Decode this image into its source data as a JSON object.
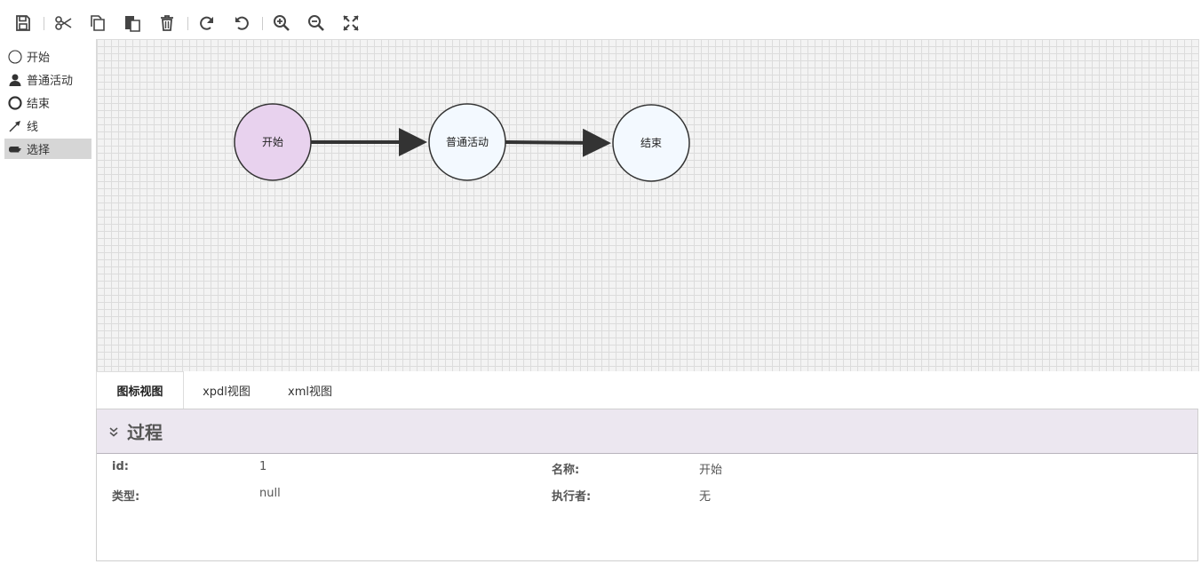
{
  "toolbar": {
    "buttons": [
      "save-icon",
      "cut-icon",
      "copy-icon",
      "paste-icon",
      "delete-icon",
      "redo-icon",
      "undo-icon",
      "zoom-in-icon",
      "zoom-out-icon",
      "fit-screen-icon"
    ]
  },
  "palette": {
    "items": [
      {
        "label": "开始",
        "icon": "circle-icon"
      },
      {
        "label": "普通活动",
        "icon": "user-icon"
      },
      {
        "label": "结束",
        "icon": "bold-circle-icon"
      },
      {
        "label": "线",
        "icon": "arrow-line-icon"
      },
      {
        "label": "选择",
        "icon": "hand-pointer-icon"
      }
    ],
    "selected": "选择"
  },
  "diagram": {
    "nodes": [
      {
        "label": "开始",
        "fill": "#e8d2ee"
      },
      {
        "label": "普通活动",
        "fill": "#f3f9ff"
      },
      {
        "label": "结束",
        "fill": "#f3f9ff"
      }
    ],
    "edge_color": "#333333"
  },
  "tabs": [
    "图标视图",
    "xpdl视图",
    "xml视图"
  ],
  "active_tab": "图标视图",
  "panel": {
    "title": "过程",
    "header_color": "#ece7f0",
    "fields": {
      "id_label": "id:",
      "id_value": "1",
      "name_label": "名称:",
      "name_value": "开始",
      "type_label": "类型:",
      "type_value": "null",
      "executor_label": "执行者:",
      "executor_value": "无"
    }
  }
}
